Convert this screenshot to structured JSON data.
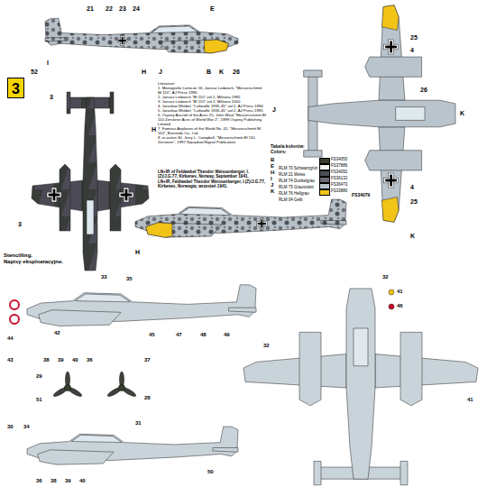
{
  "diagram": {
    "caption": "LN+IR of Feldwebel Theodor Weissenberger, I.(Z)/J.G.77, Kirkenes, Norway, September 1941.",
    "nodes": [
      {
        "text": [
          "3"
        ]
      }
    ],
    "labels": [
      "21",
      "22",
      "23",
      "24",
      "E",
      "I",
      "52",
      "H",
      "J",
      "B",
      "K",
      "26",
      "25",
      "4",
      "J",
      "K",
      "4",
      "25",
      "K",
      "26",
      "3",
      "3",
      "H",
      "H",
      "Literature:",
      "1. Monografie Lotnicze 16, Janusz Ledwoch, \"Messerschmitt Bf 110\", AJ Press 1995",
      "2. Janusz Ledwoch \"Bf 110\" vol.1, Militaria 1995",
      "3. Janusz Ledwoch \"Bf 110\" vol.2, Militaria 2000",
      "4. Jarosław Wróbel, \"Luftwaffe 1935-45\" vol.1, AJ Press 1994",
      "5. Jarosław Wróbel, \"Luftwaffe 1935-45\" vol.2, AJ Press 1995",
      "6. Osprey Aircraft of the Aces 25, John Weal \"Messerschmitt Bf 110 Zerstörer Aces of World War 2\", 1999 Osprey Publishing Limited",
      "7. Famous Airplanes of the World No. 41, \"Messerschmitt Bf 110\", Bunrindo Co., Ltd.",
      "8. in action 30, Jerry L. Campbell, \"Messerschmitt Bf 110 Zerstörer\", 1997 Squadron/Signal Publication",
      "Tabela kolorów:",
      "Colors:",
      "B",
      "E",
      "H",
      "I",
      "J",
      "K",
      "FS34050",
      "FS37886",
      "FS34092",
      "FS36132",
      "FS36473",
      "FS33880",
      "LN+IR, Feldwebel Theodor Weissenberger, I.(Z)/J.G.77, Kirkenes, Norwegia, wrzesień 1941.",
      "FS34079",
      "Stencilling.",
      "Napisy eksploatacyjne.",
      "33",
      "35",
      "42",
      "44",
      "45",
      "47",
      "48",
      "49",
      "43",
      "38",
      "39",
      "40",
      "36",
      "37",
      "29",
      "51",
      "28",
      "30",
      "34",
      "31",
      "50",
      "36",
      "38",
      "39",
      "40",
      "32",
      "41",
      "46",
      "32",
      "41"
    ],
    "legend": [
      {
        "text": "RLM 70 Schwarzgrün",
        "color": "#373e2e"
      },
      {
        "text": "RLM 21 Weiss",
        "color": "#f4f4f0"
      },
      {
        "text": "RLM 74 Dunkelgrau",
        "color": "#4b4f55"
      },
      {
        "text": "RLM 75 Grauviolett",
        "color": "#6b6a74"
      },
      {
        "text": "RLM 76 Hellgrau",
        "color": "#b9c4cc"
      },
      {
        "text": "RLM 04 Gelb",
        "color": "#f2c418"
      }
    ]
  }
}
